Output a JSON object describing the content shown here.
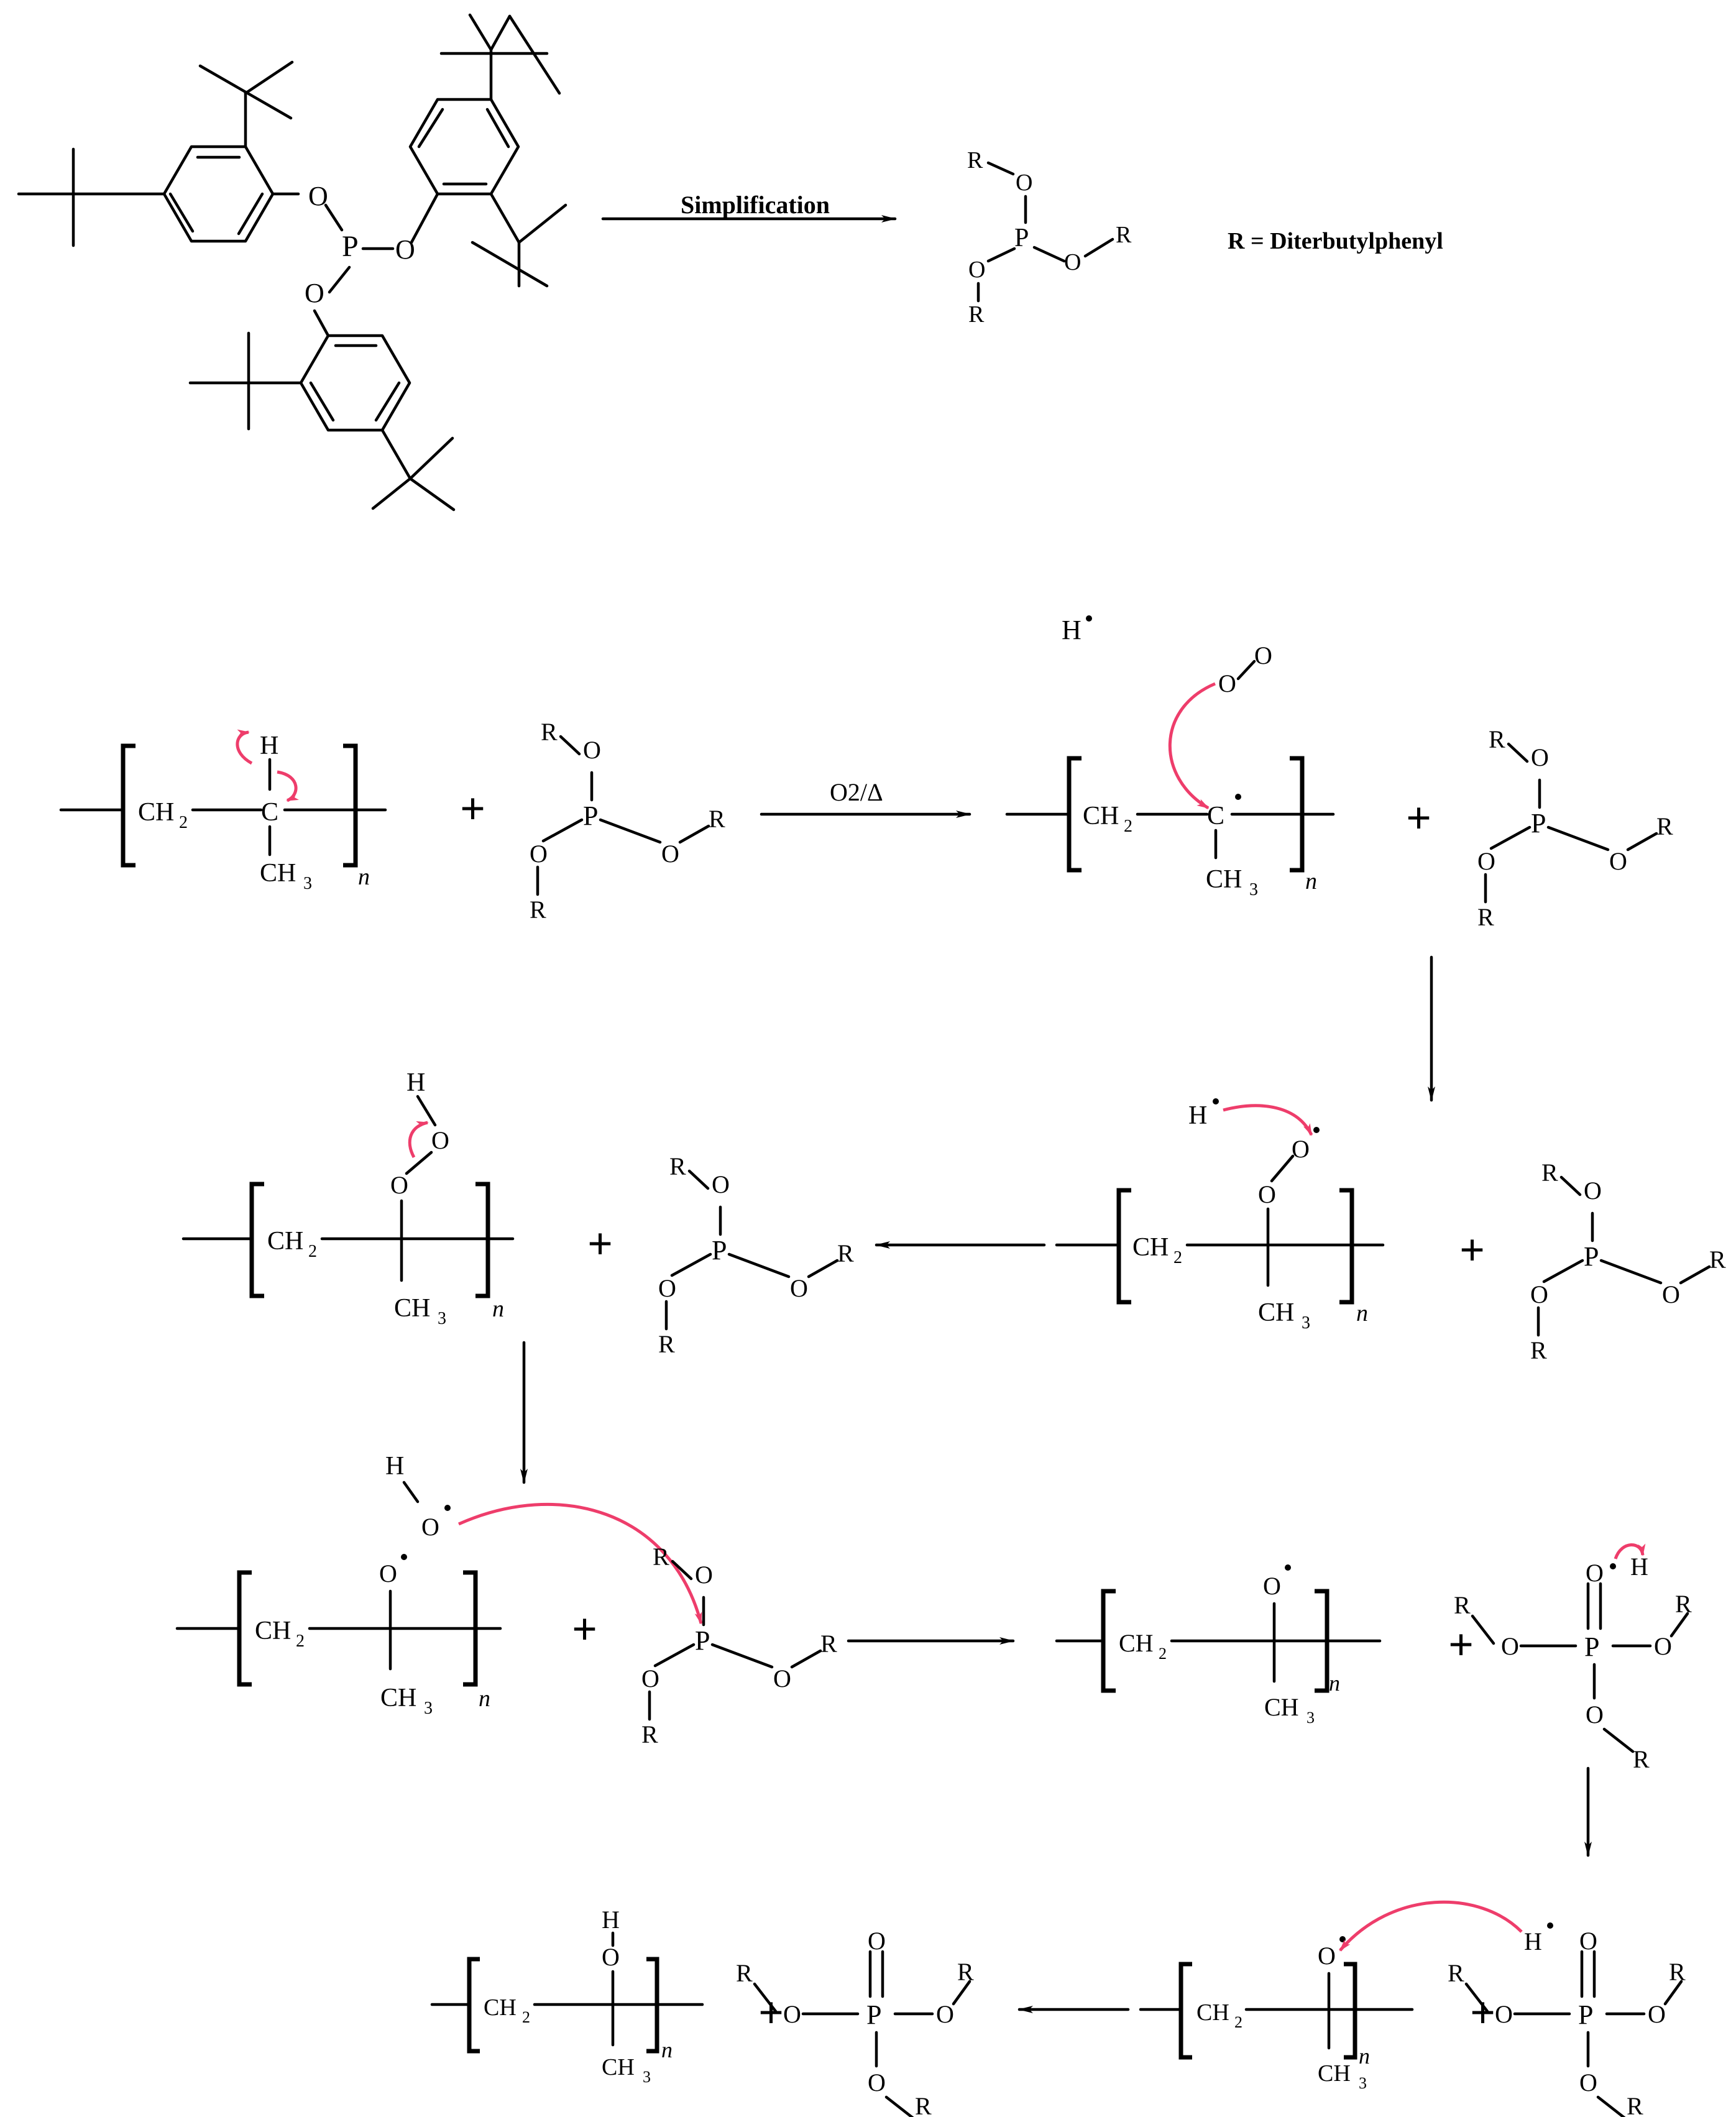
{
  "labels": {
    "simplification": "Simplification",
    "r_definition": "R = Diterbutylphenyl",
    "conditions": "O2/Δ",
    "plus": "+"
  },
  "atoms": {
    "O": "O",
    "P": "P",
    "R": "R",
    "H": "H",
    "C": "C",
    "CH2": "CH",
    "CH3": "CH",
    "sub2": "2",
    "sub3": "3",
    "n": "n",
    "dot": "•"
  },
  "colors": {
    "ink": "#000000",
    "electron_arrow": "#ee3d6b",
    "background": "#ffffff"
  }
}
